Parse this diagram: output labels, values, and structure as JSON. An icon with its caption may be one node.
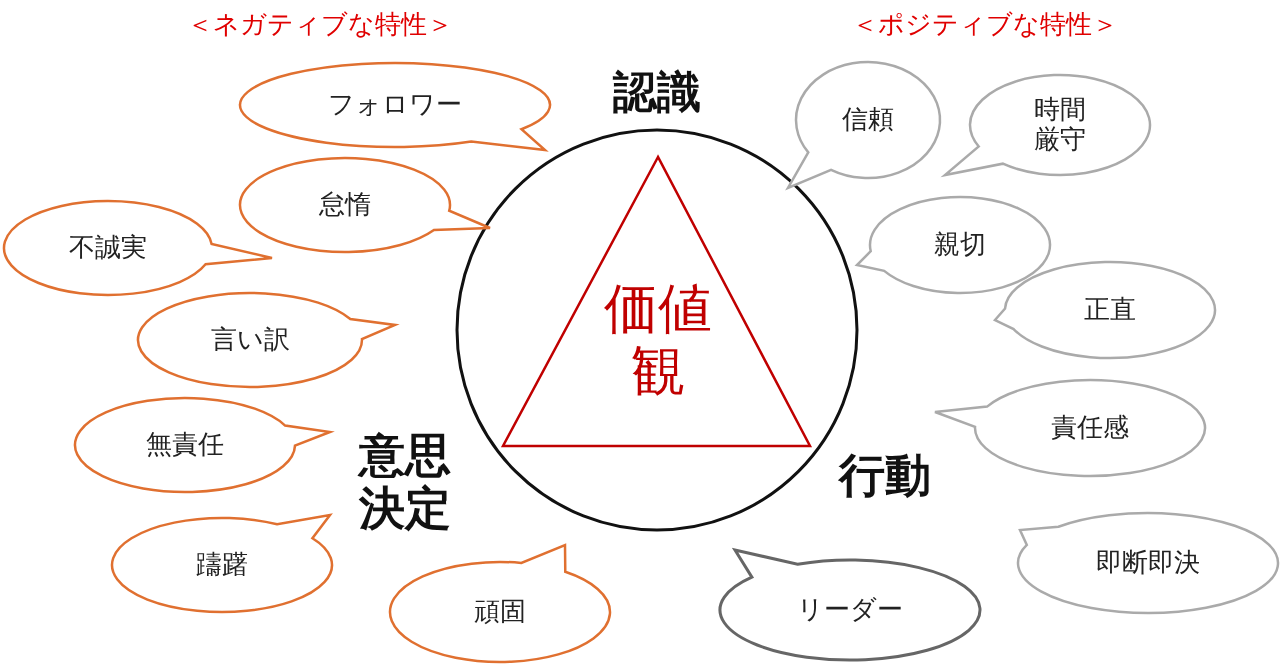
{
  "diagram": {
    "nodes": [
      {
        "text": [],
        "shape": "circle"
      },
      {
        "text": [
          "価値観"
        ],
        "in": 0
      },
      {
        "text": [
          "フォロワー"
        ]
      },
      {
        "text": [
          "怠惰"
        ]
      },
      {
        "text": [
          "不誠実"
        ]
      },
      {
        "text": [
          "言い訳"
        ]
      },
      {
        "text": [
          "無責任"
        ]
      },
      {
        "text": [
          "躊躇"
        ]
      },
      {
        "text": [
          "頑固"
        ]
      },
      {
        "text": [
          "信頼"
        ]
      },
      {
        "text": [
          "時間厳守"
        ]
      },
      {
        "text": [
          "親切"
        ]
      },
      {
        "text": [
          "正直"
        ]
      },
      {
        "text": [
          "責任感"
        ]
      },
      {
        "text": [
          "即断即決"
        ]
      },
      {
        "text": [
          "リーダー"
        ]
      }
    ],
    "labels": [
      "＜ネガティブな特性＞",
      "＜ポジティブな特性＞",
      "認識",
      "意思決定",
      "行動"
    ]
  }
}
